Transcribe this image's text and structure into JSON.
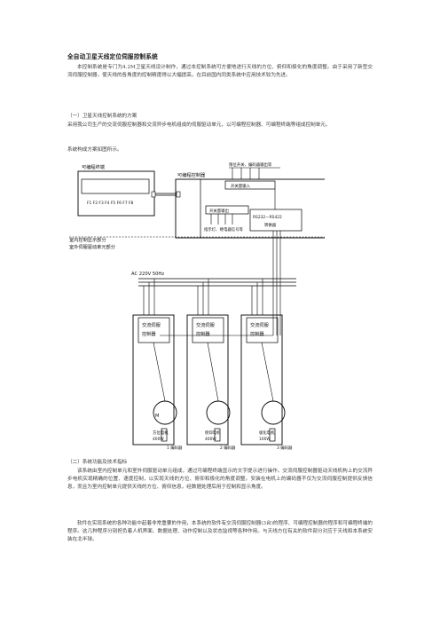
{
  "title": "全自动卫星天线定位伺服控制系统",
  "intro": "本控制系统是专门为4.2M卫星天线设计制作，通过本控制系统可方便地进行天线的方位、俯仰和极化的角度调整。由于采用了新型交流伺服控制器，使天线的各角度的控制精度得以大幅提高，在目前国内同类系统中应用技术较为先进。",
  "section1": {
    "heading": "（一）卫星天线控制系统的方案",
    "body": "采用我公司生产的交流伺服控制器和交流异步电机组成的伺服驱动单元，以可编程控制器、可编程终端等组成控制单元。",
    "note": "系统构成方案如图所示。"
  },
  "diagram": {
    "terminal_label": "可编程终端",
    "fkeys": "F1 F2 F3 F4 F5 F6 F7 F8",
    "plc_label": "可编程控制器",
    "limit_switch": "限位开关、编码器输出等",
    "switch_input": "开关量输入",
    "switch_output": "开关量输出",
    "rs_box_line1": "RS232—RS422",
    "rs_box_line2": "转换器",
    "indicators": "指示灯、继电器信号等",
    "indoor_label": "室内控制显示部分",
    "outdoor_label": "室外伺服驱动单元部分",
    "ac_label": "AC 220V 50Hz",
    "drives": [
      {
        "line1": "交流伺服",
        "line2": "控制器",
        "motor1": "方位电机",
        "motor2": "400W",
        "encoder": "1 编码器"
      },
      {
        "line1": "交流伺服",
        "line2": "控制器",
        "motor1": "俯仰电机",
        "motor2": "400W",
        "encoder": "2 编码器"
      },
      {
        "line1": "交流伺服",
        "line2": "控制器",
        "motor1": "极化电机",
        "motor2": "100W",
        "encoder": "3 编码器"
      }
    ]
  },
  "section2": {
    "heading": "（二）系统功能及技术指标",
    "body": "该系统由室内控制单元和室外伺服驱动单元组成，通过可编程终端显示的文字提示进行操作。交流伺服控制器驱动天线机构上的交流异步电机实现精确的位置、速度控制，以实现天线的方位、俯仰和极化的角度调整。安装在电机上的编码器不仅为交流伺服控制提供反馈信息，而且为室内控制单元提供天线的方位、俯仰信息，经数据处理后用于控制和显示角度。",
    "body2": "软件在实现系统的各种功能中起着非常重要的作用，本系统的软件有交流伺服控制器(3台)的程序、可编程控制器的程序和可编程终端的程序。这几种程序分别担负着人机界面、数据处理、动作控制以及状态监视等各种作用。与天线方位有关的软件部分对应于天线和本系统安装在北半球。"
  }
}
